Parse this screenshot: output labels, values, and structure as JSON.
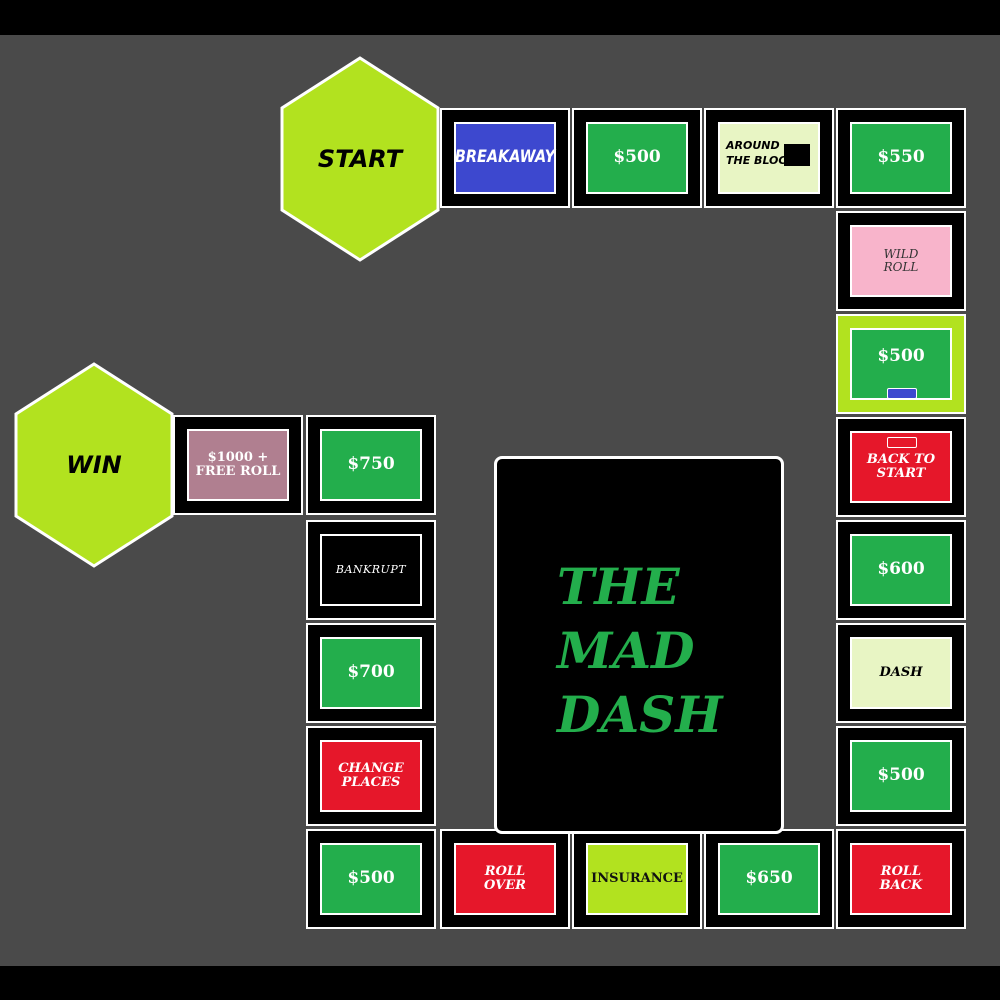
{
  "board_title": "THE\nMAD\nDASH",
  "hexes": {
    "start": "START",
    "win": "WIN"
  },
  "spaces": {
    "breakaway": "BREAKAWAY",
    "s500_top": "$500",
    "around_the_block": "AROUND\nTHE BLOCK",
    "s550": "$550",
    "wild_roll": "WILD\nROLL",
    "s500_right": "$500",
    "back_to_start": "BACK TO\nSTART",
    "s600": "$600",
    "dash": "DASH",
    "s500_right2": "$500",
    "roll_back": "ROLL\nBACK",
    "s650": "$650",
    "insurance": "INSURANCE",
    "roll_over": "ROLL\nOVER",
    "s500_bottom": "$500",
    "change_places": "CHANGE\nPLACES",
    "s700": "$700",
    "bankrupt": "BANKRUPT",
    "s750": "$750",
    "s1000": "$1000 +\nFREE ROLL"
  },
  "colors": {
    "background": "#4a4a4a",
    "green": "#23ae4c",
    "red": "#e6172a",
    "lime": "#b2e21f",
    "blue": "#3d48cf",
    "pink": "#f8b4cb",
    "mauve": "#b07f90",
    "cream": "#e8f5c4"
  }
}
